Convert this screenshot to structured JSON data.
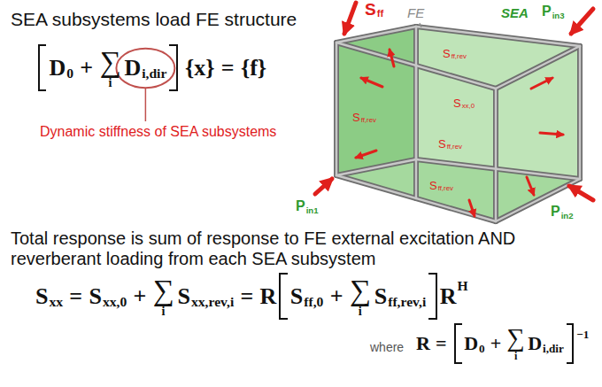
{
  "diagram": {
    "labels": [
      "SEA subsystems load FE structure",
      "D",
      "0",
      "+",
      "∑",
      "i",
      "D",
      "i,dir",
      "{x}",
      "=",
      "{f}",
      "Dynamic stiffness of SEA subsystems",
      "S",
      "ff",
      "FE",
      "SEA",
      "P",
      "in3",
      "S",
      "ff,rev",
      "S",
      "xx,0",
      "S",
      "ff,rev",
      "S",
      "ff,rev",
      "S",
      "ff,rev",
      "P",
      "in1",
      "P",
      "in2",
      "Total response is sum of response to FE external excitation AND reverberant loading from each SEA subsystem",
      "S",
      "xx",
      "=",
      "S",
      "xx,0",
      "+",
      "∑",
      "i",
      "S",
      "xx,rev,i",
      "=",
      "R",
      "S",
      "ff,0",
      "+",
      "∑",
      "i",
      "S",
      "ff,rev,i",
      "R",
      "H",
      "where",
      "R",
      "=",
      "D",
      "0",
      "+",
      "∑",
      "i",
      "D",
      "i,dir",
      "−1"
    ]
  }
}
